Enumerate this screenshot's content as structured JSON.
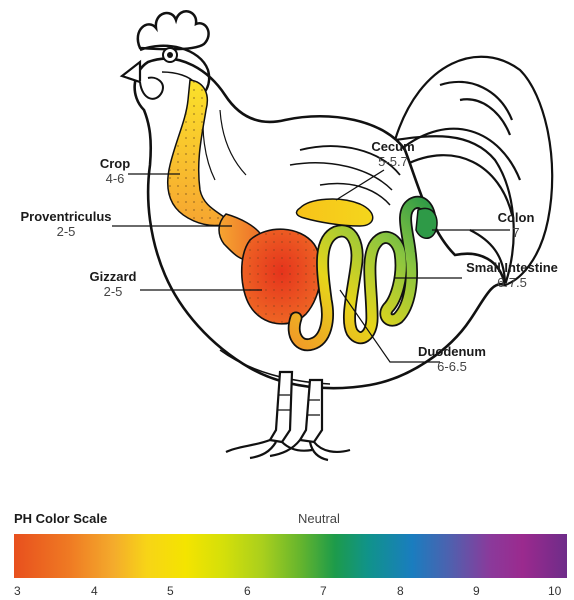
{
  "organs": [
    {
      "name": "Crop",
      "ph": "4-6"
    },
    {
      "name": "Proventriculus",
      "ph": "2-5"
    },
    {
      "name": "Gizzard",
      "ph": "2-5"
    },
    {
      "name": "Cecum",
      "ph": "5-5.7"
    },
    {
      "name": "Colon",
      "ph": "7"
    },
    {
      "name": "Small Intestine",
      "ph": "6-7.5"
    },
    {
      "name": "Duodenum",
      "ph": "6-6.5"
    }
  ],
  "scale": {
    "title": "PH Color Scale",
    "neutral_label": "Neutral",
    "ticks": [
      "3",
      "4",
      "5",
      "6",
      "7",
      "8",
      "9",
      "10"
    ]
  },
  "colors": {
    "acidic": "#e8501e",
    "neutral": "#1d9b4a",
    "alkaline": "#6e2c89",
    "outline": "#111111"
  }
}
